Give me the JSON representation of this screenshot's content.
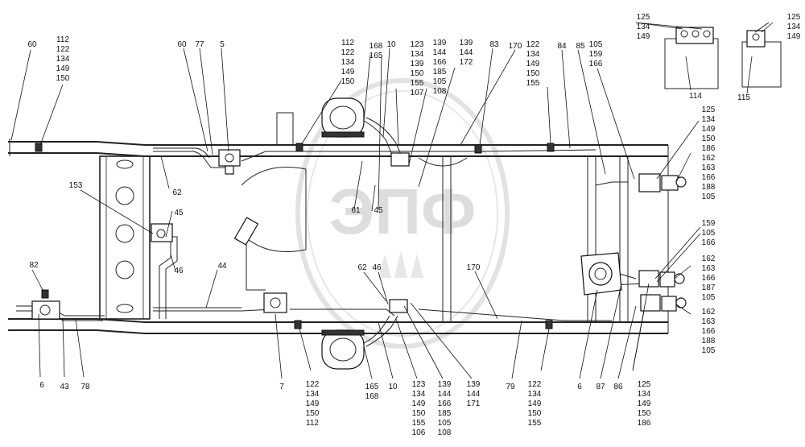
{
  "watermark": {
    "text": "ЭПФ"
  },
  "callouts": [
    {
      "id": "c60a",
      "lines": [
        "60"
      ]
    },
    {
      "id": "c112a",
      "lines": [
        "112",
        "122",
        "134",
        "149",
        "150"
      ]
    },
    {
      "id": "c60b",
      "lines": [
        "60"
      ]
    },
    {
      "id": "c77",
      "lines": [
        "77"
      ]
    },
    {
      "id": "c5",
      "lines": [
        "5"
      ]
    },
    {
      "id": "c112b",
      "lines": [
        "112",
        "122",
        "134",
        "149",
        "150"
      ]
    },
    {
      "id": "c168a",
      "lines": [
        "168",
        "165"
      ]
    },
    {
      "id": "c10a",
      "lines": [
        "10"
      ]
    },
    {
      "id": "c123a",
      "lines": [
        "123",
        "134",
        "139",
        "150",
        "155",
        "107"
      ]
    },
    {
      "id": "c139a",
      "lines": [
        "139",
        "144",
        "166",
        "185",
        "105",
        "108"
      ]
    },
    {
      "id": "c139b",
      "lines": [
        "139",
        "144",
        "172"
      ]
    },
    {
      "id": "c83",
      "lines": [
        "83"
      ]
    },
    {
      "id": "c170a",
      "lines": [
        "170"
      ]
    },
    {
      "id": "c122a",
      "lines": [
        "122",
        "134",
        "149",
        "150",
        "155"
      ]
    },
    {
      "id": "c84",
      "lines": [
        "84"
      ]
    },
    {
      "id": "c85",
      "lines": [
        "85"
      ]
    },
    {
      "id": "c105a",
      "lines": [
        "105",
        "159",
        "166"
      ]
    },
    {
      "id": "c125a",
      "lines": [
        "125",
        "134",
        "149"
      ]
    },
    {
      "id": "c125b",
      "lines": [
        "125",
        "134",
        "149"
      ]
    },
    {
      "id": "c114",
      "lines": [
        "114"
      ]
    },
    {
      "id": "c115",
      "lines": [
        "115"
      ]
    },
    {
      "id": "c125c",
      "lines": [
        "125",
        "134",
        "149",
        "150",
        "186"
      ]
    },
    {
      "id": "c162a",
      "lines": [
        "162",
        "163",
        "166",
        "188",
        "105"
      ]
    },
    {
      "id": "c153",
      "lines": [
        "153"
      ]
    },
    {
      "id": "c62a",
      "lines": [
        "62"
      ]
    },
    {
      "id": "c45a",
      "lines": [
        "45"
      ]
    },
    {
      "id": "c61",
      "lines": [
        "61"
      ]
    },
    {
      "id": "c45b",
      "lines": [
        "45"
      ]
    },
    {
      "id": "c46a",
      "lines": [
        "46"
      ]
    },
    {
      "id": "c44",
      "lines": [
        "44"
      ]
    },
    {
      "id": "c62b",
      "lines": [
        "62"
      ]
    },
    {
      "id": "c46b",
      "lines": [
        "46"
      ]
    },
    {
      "id": "c170b",
      "lines": [
        "170"
      ]
    },
    {
      "id": "c159",
      "lines": [
        "159",
        "105",
        "166"
      ]
    },
    {
      "id": "c162b",
      "lines": [
        "162",
        "163",
        "166",
        "187",
        "105"
      ]
    },
    {
      "id": "c162c",
      "lines": [
        "162",
        "163",
        "166",
        "188",
        "105"
      ]
    },
    {
      "id": "c82",
      "lines": [
        "82"
      ]
    },
    {
      "id": "c6a",
      "lines": [
        "6"
      ]
    },
    {
      "id": "c43",
      "lines": [
        "43"
      ]
    },
    {
      "id": "c78",
      "lines": [
        "78"
      ]
    },
    {
      "id": "c7",
      "lines": [
        "7"
      ]
    },
    {
      "id": "c122b",
      "lines": [
        "122",
        "134",
        "149",
        "150",
        "112"
      ]
    },
    {
      "id": "c165b",
      "lines": [
        "165",
        "168"
      ]
    },
    {
      "id": "c10b",
      "lines": [
        "10"
      ]
    },
    {
      "id": "c123b",
      "lines": [
        "123",
        "134",
        "149",
        "150",
        "155",
        "106"
      ]
    },
    {
      "id": "c139c",
      "lines": [
        "139",
        "144",
        "166",
        "185",
        "105",
        "108"
      ]
    },
    {
      "id": "c139d",
      "lines": [
        "139",
        "144",
        "171"
      ]
    },
    {
      "id": "c79",
      "lines": [
        "79"
      ]
    },
    {
      "id": "c122c",
      "lines": [
        "122",
        "134",
        "149",
        "150",
        "155"
      ]
    },
    {
      "id": "c6b",
      "lines": [
        "6"
      ]
    },
    {
      "id": "c87",
      "lines": [
        "87"
      ]
    },
    {
      "id": "c86",
      "lines": [
        "86"
      ]
    },
    {
      "id": "c125d",
      "lines": [
        "125",
        "134",
        "149",
        "150",
        "186"
      ]
    }
  ]
}
